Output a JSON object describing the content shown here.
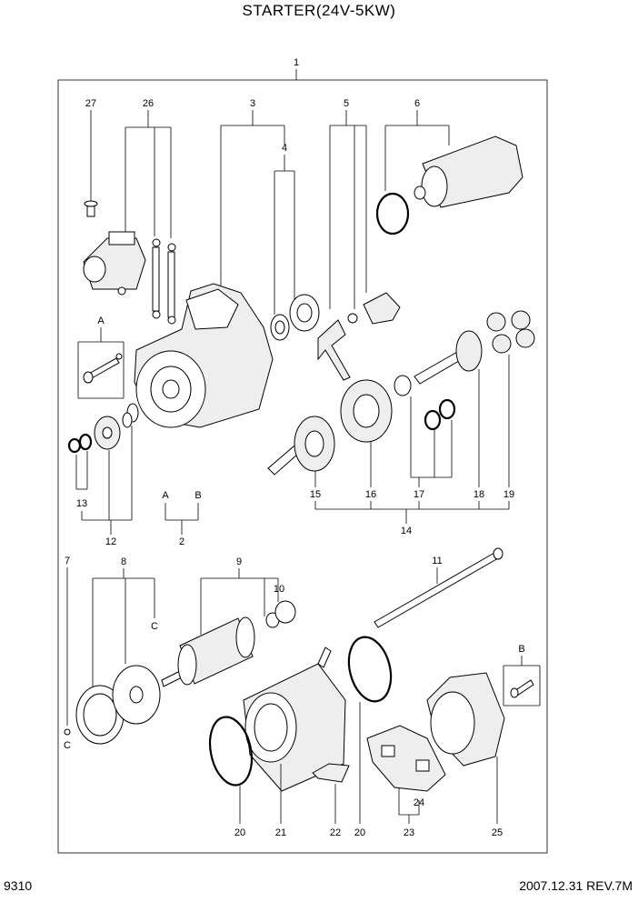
{
  "title": "STARTER(24V-5KW)",
  "page_number": "9310",
  "revision": "2007.12.31  REV.7M",
  "callouts": {
    "n1": "1",
    "n2": "2",
    "n3": "3",
    "n4": "4",
    "n5": "5",
    "n6": "6",
    "n7": "7",
    "n8": "8",
    "n9": "9",
    "n10": "10",
    "n11": "11",
    "n12": "12",
    "n13": "13",
    "n14": "14",
    "n15": "15",
    "n16": "16",
    "n17": "17",
    "n18": "18",
    "n19": "19",
    "n20a": "20",
    "n20b": "20",
    "n21": "21",
    "n22": "22",
    "n23": "23",
    "n24": "24",
    "n25": "25",
    "n26": "26",
    "n27": "27"
  },
  "refs": {
    "a_top": "A",
    "a_mid": "A",
    "b_mid": "B",
    "b_right": "B",
    "c_armature": "C",
    "c_left": "C"
  }
}
